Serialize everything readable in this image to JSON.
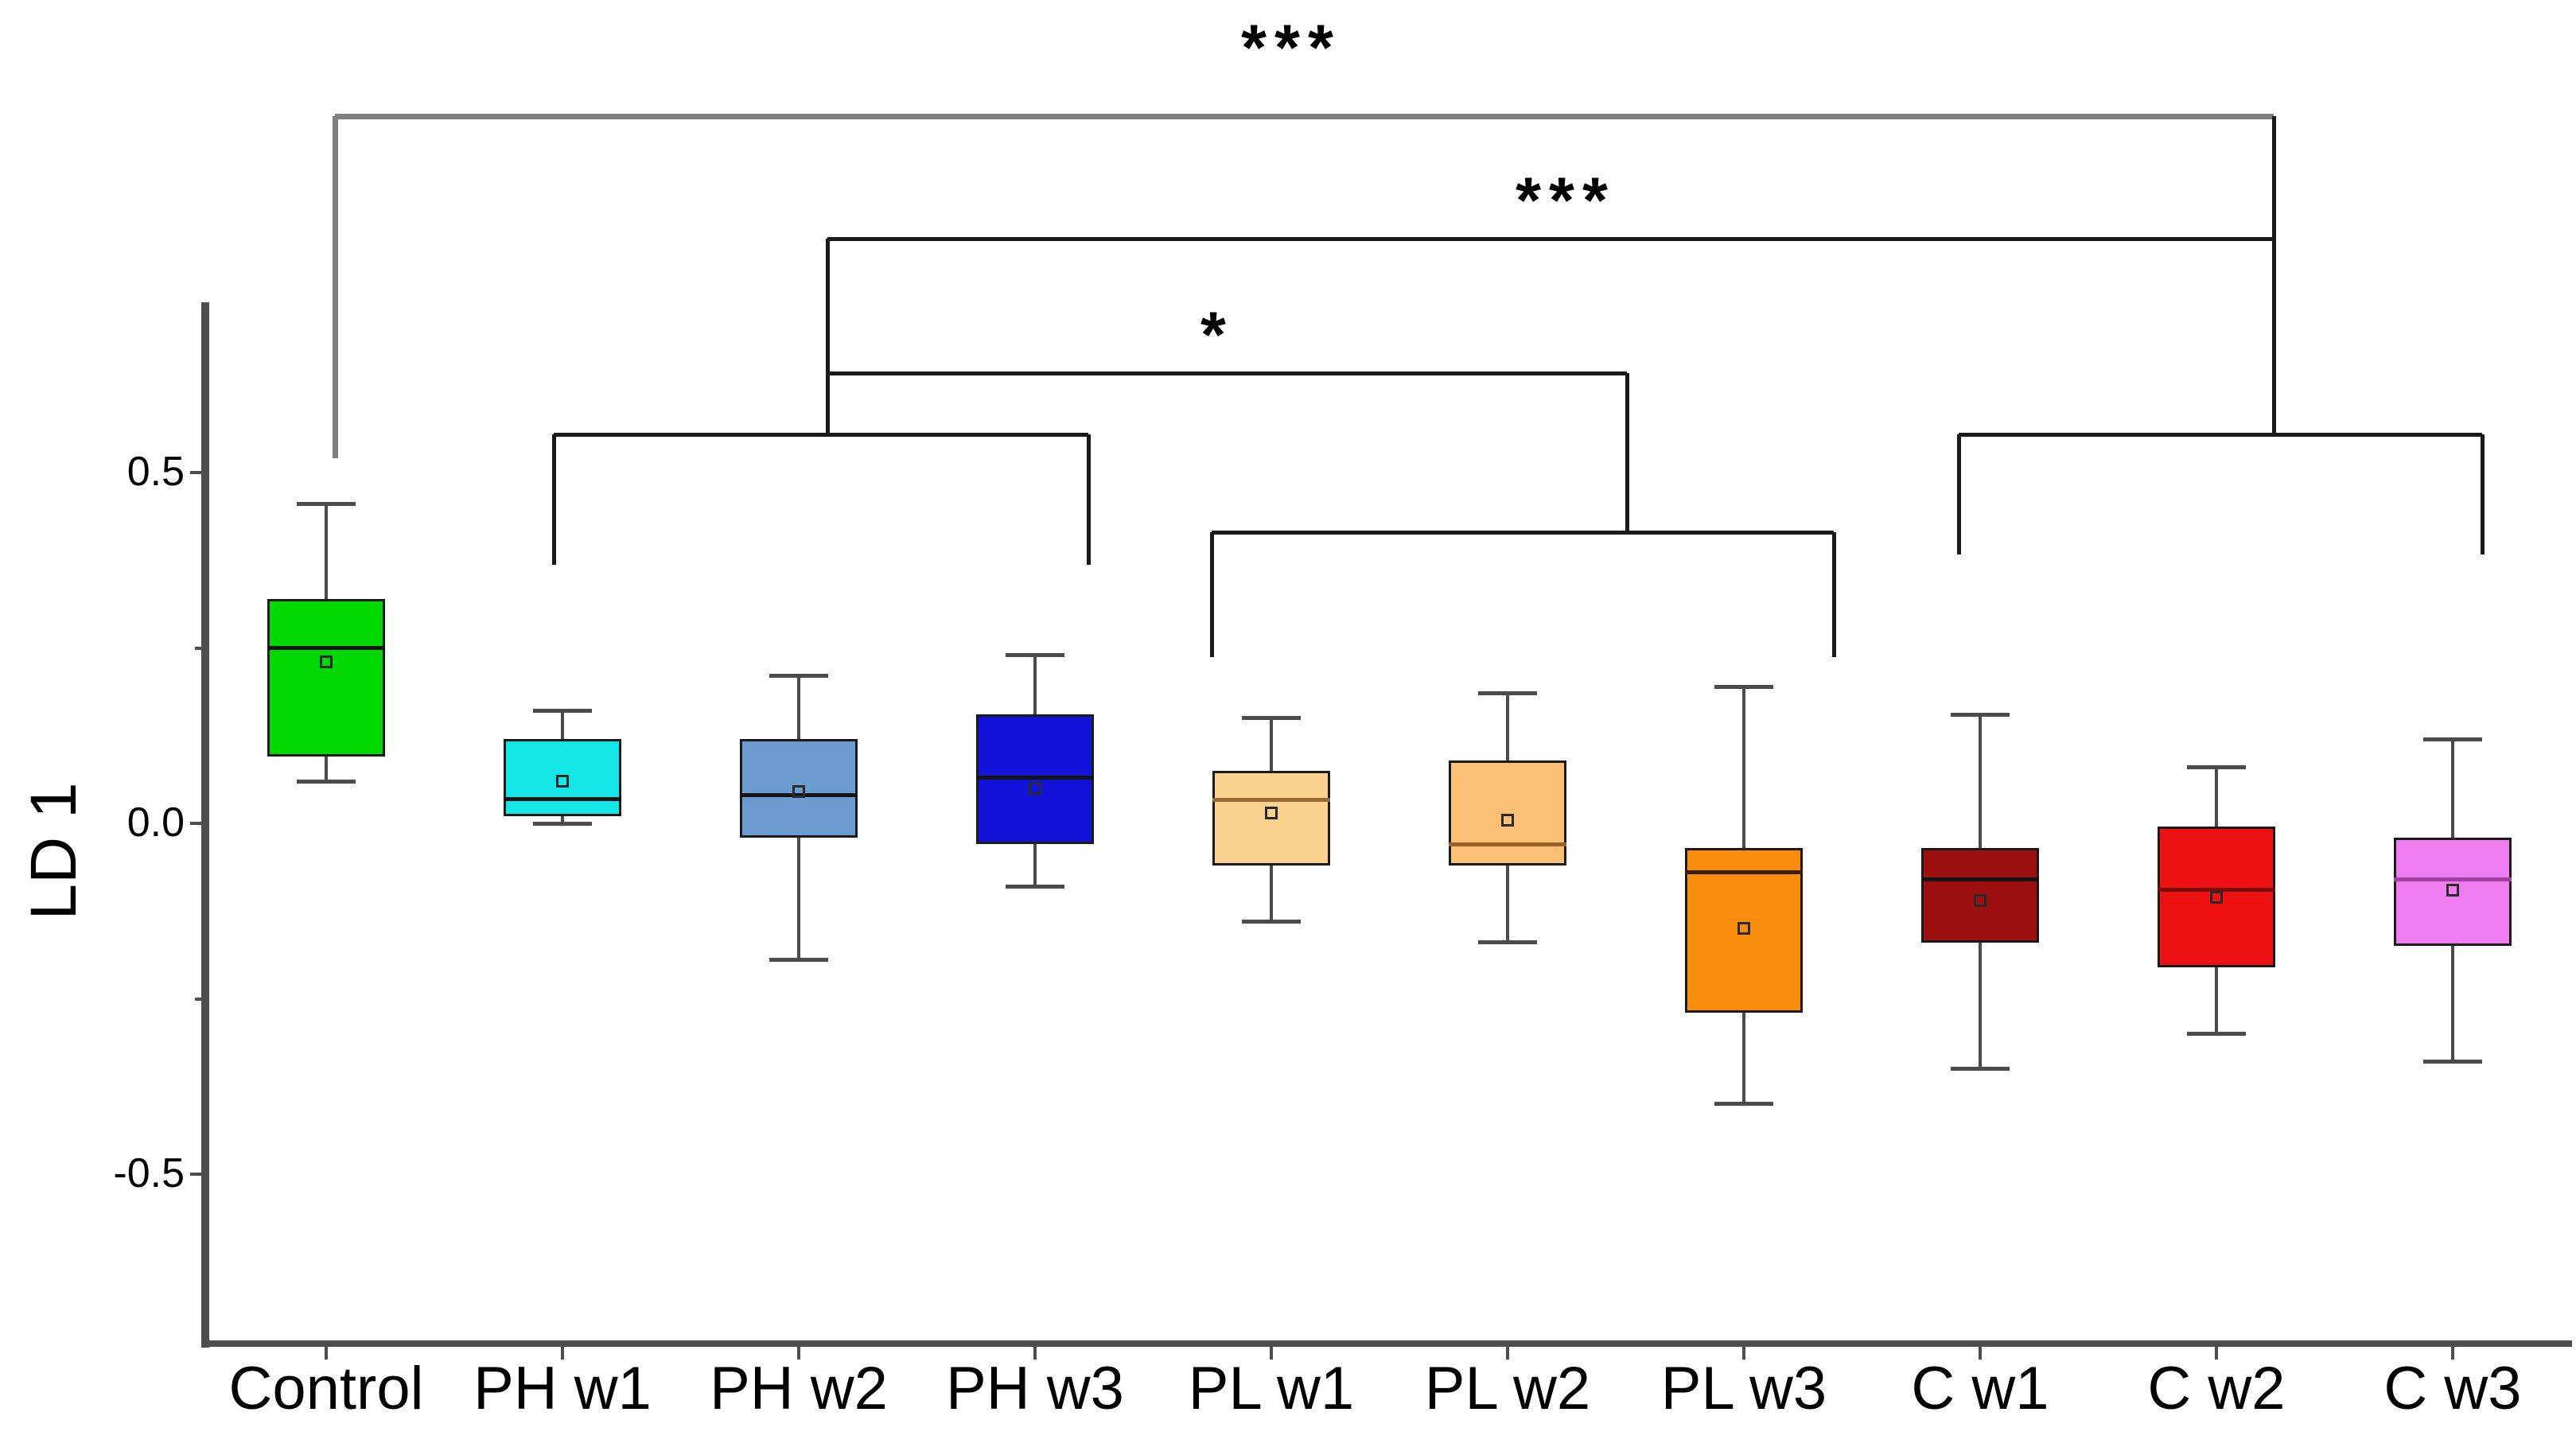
{
  "page": {
    "background": "#ffffff"
  },
  "chart_data": {
    "type": "boxplot",
    "title": "",
    "xlabel": "",
    "ylabel": "LD 1",
    "grid": false,
    "legend": "none",
    "y_axis": {
      "ylim": [
        -0.74,
        0.75
      ],
      "major_ticks": [
        {
          "value": 0.5,
          "label": "0.5"
        },
        {
          "value": 0.0,
          "label": "0.0"
        },
        {
          "value": -0.5,
          "label": "-0.5"
        }
      ],
      "minor_ticks": [
        0.25,
        -0.25
      ]
    },
    "categories": [
      "Control",
      "PH w1",
      "PH w2",
      "PH w3",
      "PL w1",
      "PL w2",
      "PL w3",
      "C w1",
      "C w2",
      "C w3"
    ],
    "series": [
      {
        "name": "Control",
        "fill": "#00D900",
        "median_color": "#141414",
        "whisker_low": 0.06,
        "q1": 0.095,
        "median": 0.25,
        "mean": 0.23,
        "q3": 0.32,
        "whisker_high": 0.455
      },
      {
        "name": "PH w1",
        "fill": "#15E6E6",
        "median_color": "#141414",
        "whisker_low": 0.0,
        "q1": 0.01,
        "median": 0.035,
        "mean": 0.06,
        "q3": 0.12,
        "whisker_high": 0.16
      },
      {
        "name": "PH w2",
        "fill": "#6C9CCF",
        "median_color": "#141414",
        "whisker_low": -0.195,
        "q1": -0.02,
        "median": 0.04,
        "mean": 0.045,
        "q3": 0.12,
        "whisker_high": 0.21
      },
      {
        "name": "PH w3",
        "fill": "#1212D9",
        "median_color": "#141414",
        "whisker_low": -0.09,
        "q1": -0.03,
        "median": 0.065,
        "mean": 0.05,
        "q3": 0.155,
        "whisker_high": 0.24
      },
      {
        "name": "PL w1",
        "fill": "#FBD190",
        "median_color": "#9a6a33",
        "whisker_low": -0.14,
        "q1": -0.06,
        "median": 0.033,
        "mean": 0.015,
        "q3": 0.075,
        "whisker_high": 0.15
      },
      {
        "name": "PL w2",
        "fill": "#FBBE75",
        "median_color": "#9a6029",
        "whisker_low": -0.17,
        "q1": -0.06,
        "median": -0.03,
        "mean": 0.005,
        "q3": 0.09,
        "whisker_high": 0.185
      },
      {
        "name": "PL w3",
        "fill": "#FB8D0E",
        "median_color": "#3a2000",
        "whisker_low": -0.4,
        "q1": -0.27,
        "median": -0.07,
        "mean": -0.15,
        "q3": -0.035,
        "whisker_high": 0.195
      },
      {
        "name": "C w1",
        "fill": "#9C1010",
        "median_color": "#141414",
        "whisker_low": -0.35,
        "q1": -0.17,
        "median": -0.08,
        "mean": -0.11,
        "q3": -0.035,
        "whisker_high": 0.155
      },
      {
        "name": "C w2",
        "fill": "#EE1111",
        "median_color": "#7b0b0b",
        "whisker_low": -0.3,
        "q1": -0.205,
        "median": -0.095,
        "mean": -0.105,
        "q3": -0.005,
        "whisker_high": 0.08
      },
      {
        "name": "C w3",
        "fill": "#F07DF0",
        "median_color": "#a23fa2",
        "whisker_low": -0.34,
        "q1": -0.175,
        "median": -0.08,
        "mean": -0.095,
        "q3": -0.02,
        "whisker_high": 0.12
      }
    ],
    "significance": [
      {
        "label": "***",
        "compares": "Control vs all treated groups",
        "color": "#7f7f7f",
        "line_width": 7,
        "label_center": {
          "x": 1623,
          "y": 50
        },
        "lines": [
          [
            421,
            146,
            2858,
            146
          ],
          [
            421,
            146,
            421,
            576
          ]
        ]
      },
      {
        "label": "***",
        "compares": "PH group vs C group",
        "color": "#1a1a1a",
        "line_width": 5,
        "label_center": {
          "x": 1968,
          "y": 242
        },
        "lines": [
          [
            2858,
            146,
            2858,
            546
          ],
          [
            1040,
            300,
            2858,
            300
          ],
          [
            1040,
            300,
            1040,
            546
          ]
        ]
      },
      {
        "label": "*",
        "compares": "PH group vs PL group",
        "color": "#1a1a1a",
        "line_width": 5,
        "label_center": {
          "x": 1530,
          "y": 411
        },
        "lines": [
          [
            1040,
            469,
            2045,
            469
          ],
          [
            2045,
            469,
            2045,
            669
          ]
        ]
      },
      {
        "label": "",
        "compares": "PH w1 - PH w3 group bracket",
        "color": "#1a1a1a",
        "line_width": 5,
        "label_center": null,
        "lines": [
          [
            696,
            546,
            1368,
            546
          ],
          [
            696,
            546,
            696,
            710
          ],
          [
            1368,
            546,
            1368,
            710
          ]
        ]
      },
      {
        "label": "",
        "compares": "PL w1 - PL w3 group bracket",
        "color": "#1a1a1a",
        "line_width": 5,
        "label_center": null,
        "lines": [
          [
            1523,
            669,
            2305,
            669
          ],
          [
            1523,
            669,
            1523,
            826
          ],
          [
            2305,
            669,
            2305,
            826
          ]
        ]
      },
      {
        "label": "",
        "compares": "C w1 - C w3 group bracket",
        "color": "#1a1a1a",
        "line_width": 5,
        "label_center": null,
        "lines": [
          [
            2462,
            546,
            3120,
            546
          ],
          [
            2462,
            546,
            2462,
            697
          ],
          [
            3120,
            546,
            3120,
            697
          ]
        ]
      }
    ],
    "style": {
      "axis_color": "#4d4d4d",
      "whisker_color": "#4b4b4b",
      "box_border_color": "#1a1a1a",
      "text_color": "#000000"
    }
  }
}
